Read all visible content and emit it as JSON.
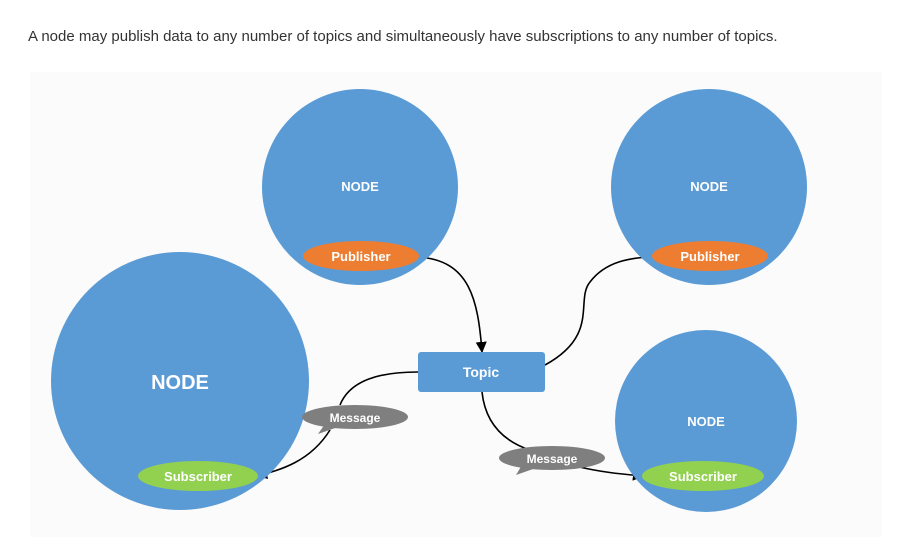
{
  "caption": "A node may publish data to any number of topics and simultaneously have subscriptions to any number of topics.",
  "nodes": [
    {
      "id": "node-top-left",
      "label": "NODE",
      "port": "Publisher"
    },
    {
      "id": "node-top-right",
      "label": "NODE",
      "port": "Publisher"
    },
    {
      "id": "node-large-left",
      "label": "NODE",
      "port": "Subscriber"
    },
    {
      "id": "node-bottom-right",
      "label": "NODE",
      "port": "Subscriber"
    }
  ],
  "topic": {
    "label": "Topic"
  },
  "messages": [
    {
      "label": "Message"
    },
    {
      "label": "Message"
    }
  ],
  "colors": {
    "node": "#5b9bd5",
    "publisher": "#ed7d31",
    "subscriber": "#92d050",
    "message": "#7f7f7f",
    "topic": "#5b9bd5",
    "arrow": "#000000"
  }
}
